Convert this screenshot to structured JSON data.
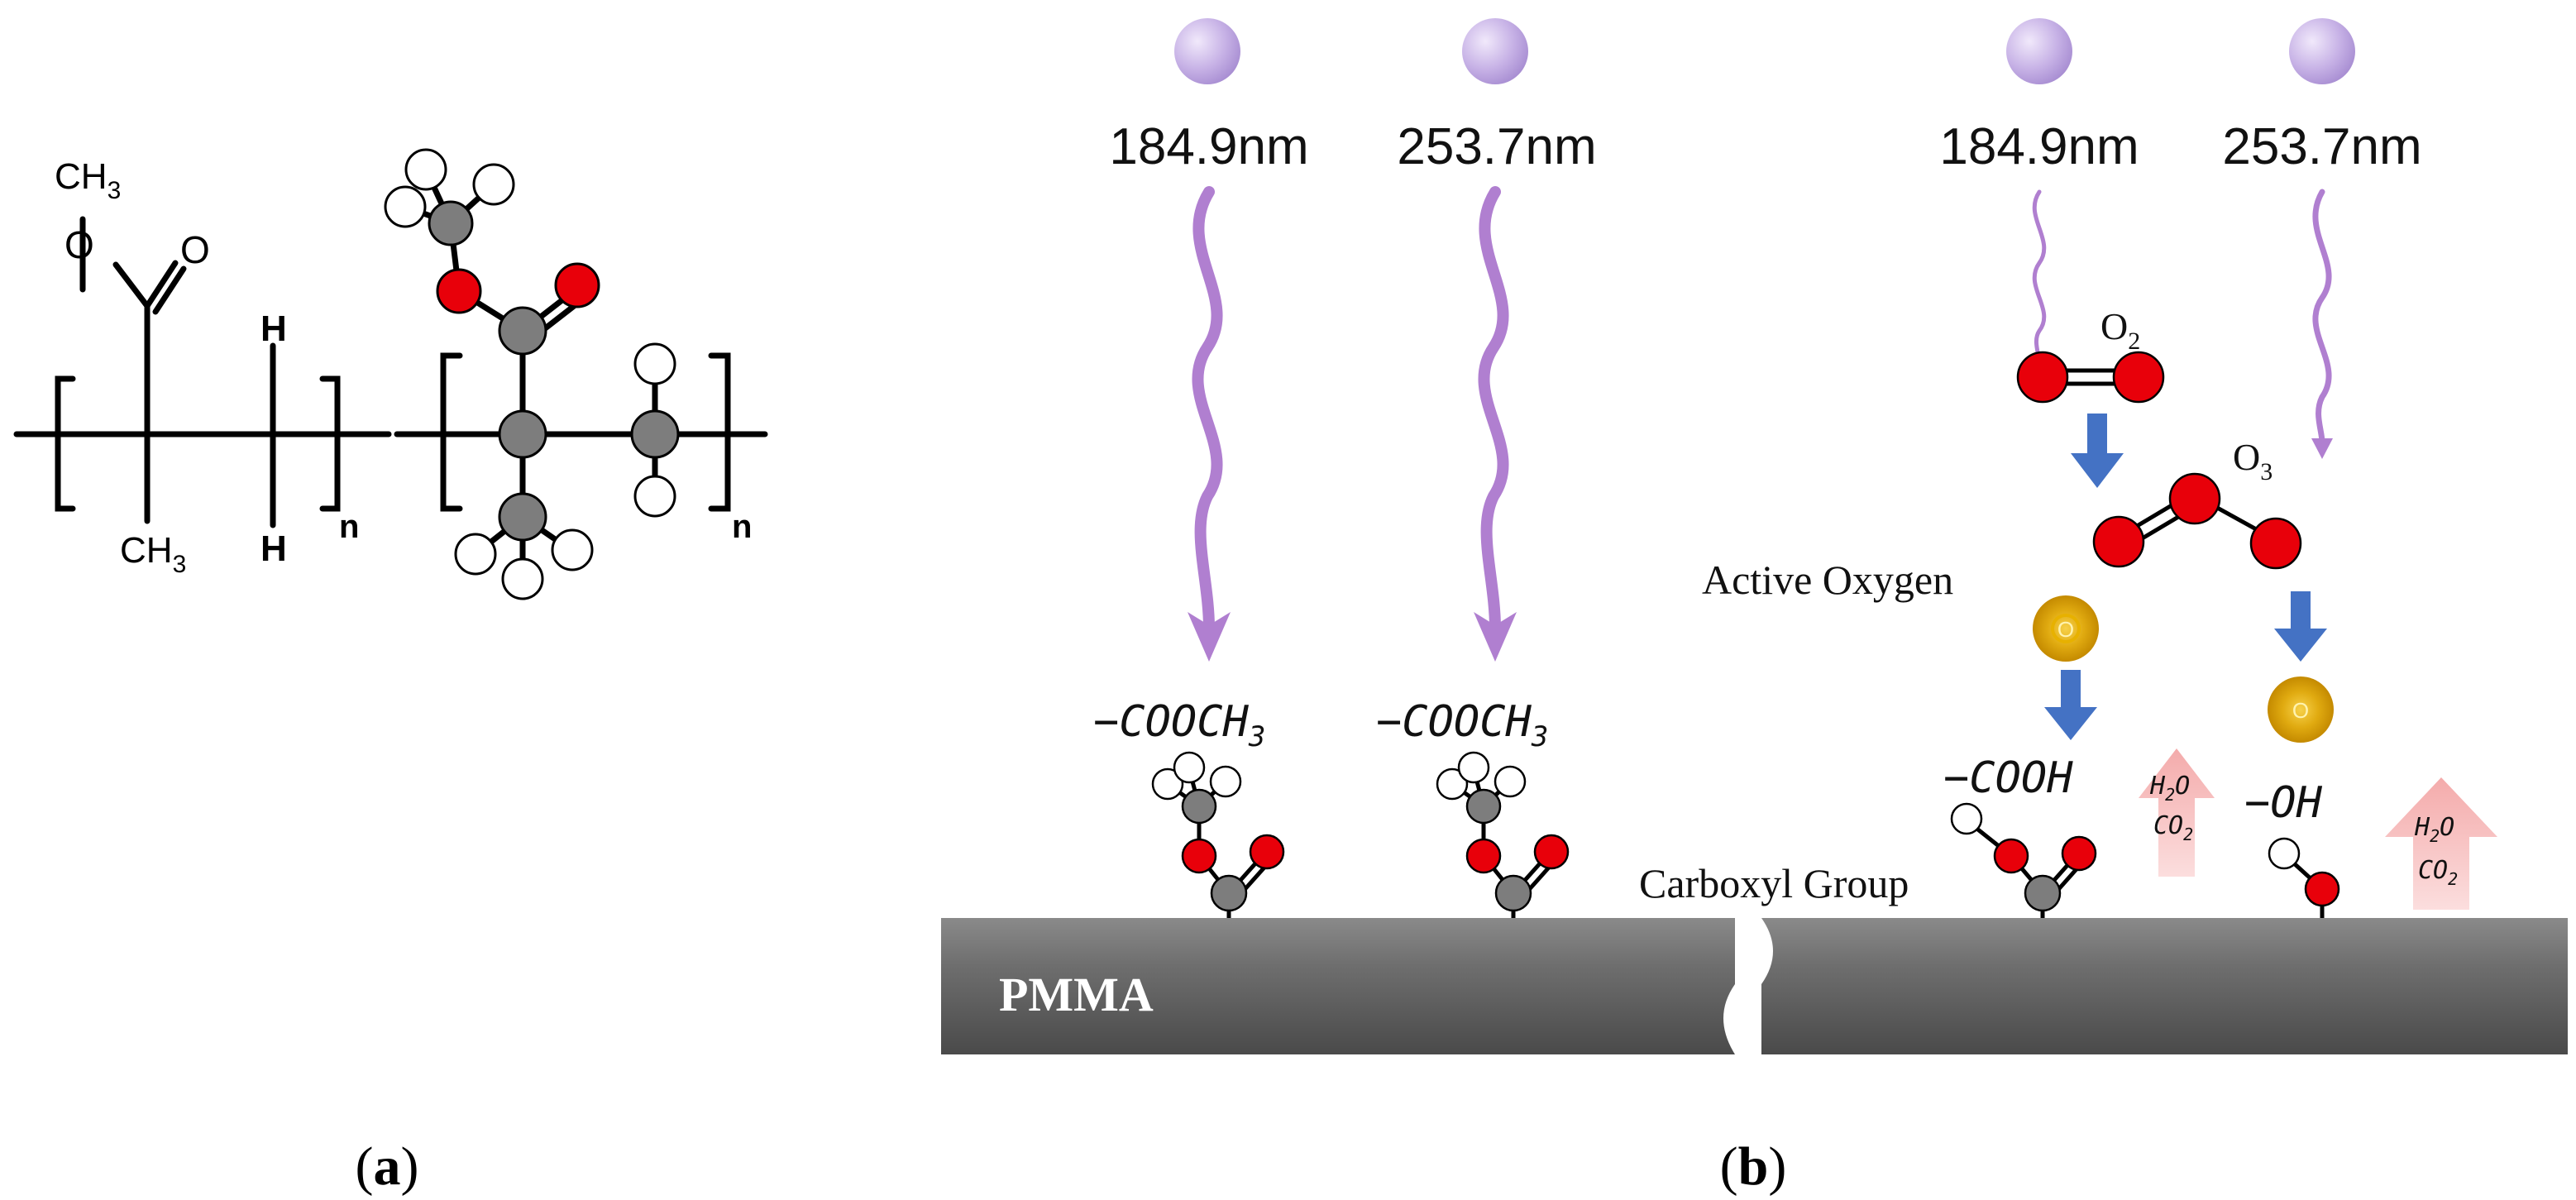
{
  "panel_a": {
    "label": "(a)",
    "label_letter": "a",
    "skeletal": {
      "ch3_top": "CH",
      "ch3_top_sub": "3",
      "o_ester": "O",
      "o_carbonyl": "O",
      "h_top": "H",
      "h_bottom": "H",
      "ch3_bottom": "CH",
      "ch3_bottom_sub": "3",
      "n": "n"
    },
    "ball_and_stick": {
      "n": "n"
    }
  },
  "panel_b": {
    "label": "(b)",
    "label_letter": "b",
    "wavelengths": [
      "184.9nm",
      "253.7nm",
      "184.9nm",
      "253.7nm"
    ],
    "groups_left": [
      {
        "prefix": "−COOCH",
        "sub": "3"
      },
      {
        "prefix": "−COOCH",
        "sub": "3"
      }
    ],
    "o2": {
      "text": "O",
      "sub": "2"
    },
    "o3": {
      "text": "O",
      "sub": "3"
    },
    "active_oxygen": "Active Oxygen",
    "atom_o_label": "O",
    "cooh": "−COOH",
    "oh": "−OH",
    "carboxyl_group": "Carboxyl Group",
    "h2o_co2": {
      "h": "H",
      "h_sub": "2",
      "o": "O",
      "co": "CO",
      "co_sub": "2"
    },
    "substrate": "PMMA"
  },
  "colors": {
    "wave": "#b07fd0",
    "photon": "#c7b2e6",
    "oxygen": "#e8000a",
    "carbon": "#7d7d7d",
    "blue_arrow": "#4472c4",
    "active_o": "#d9a400",
    "substrate": "#666666",
    "pink_arrow": "#f6b4b4"
  }
}
